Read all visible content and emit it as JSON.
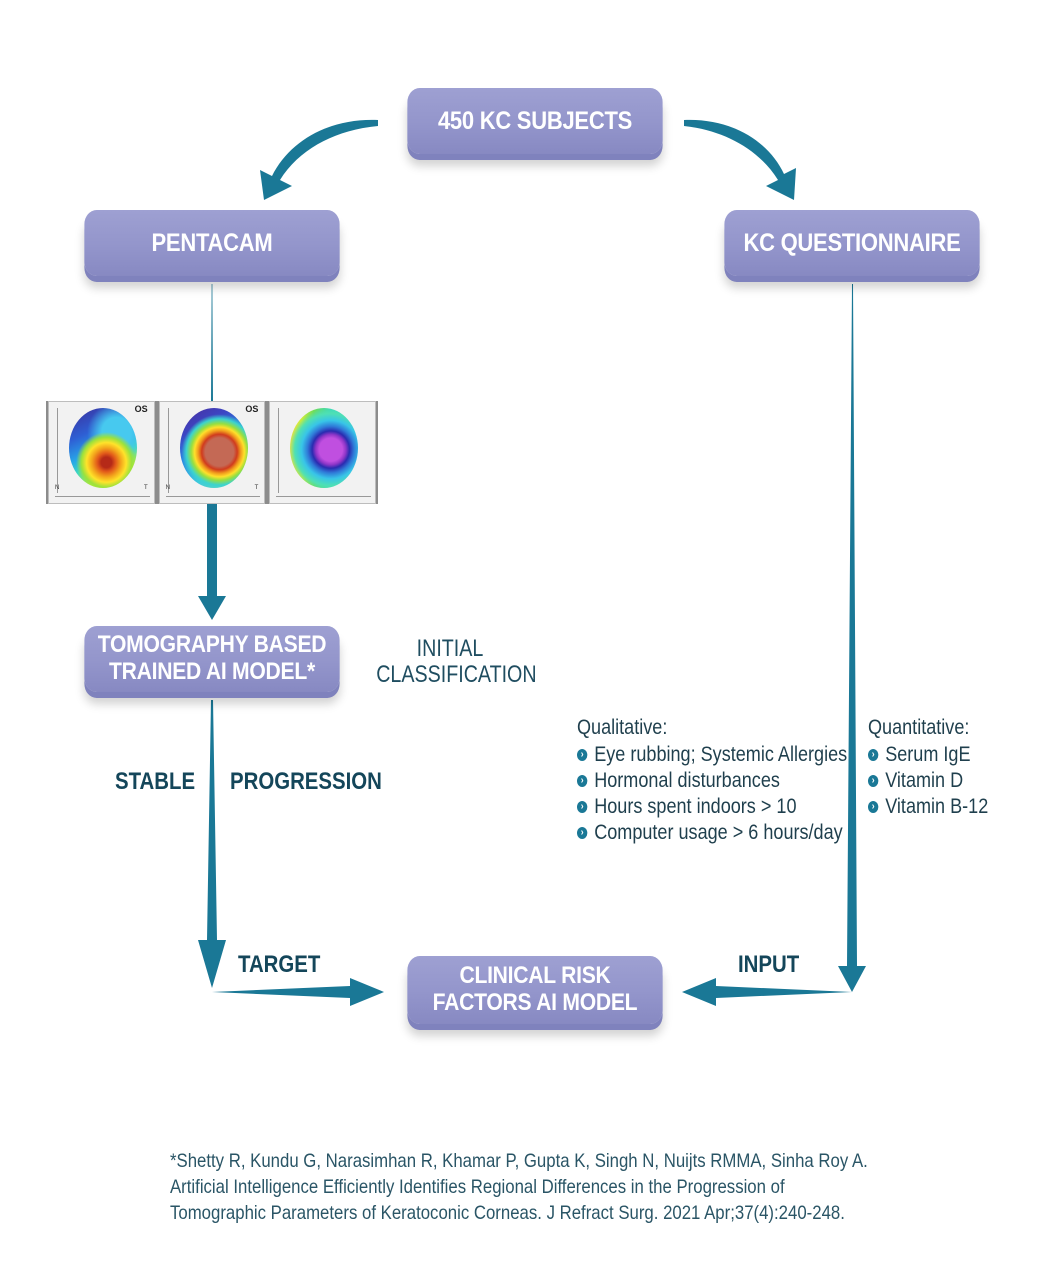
{
  "colors": {
    "node_fill": "#9395cb",
    "arrow": "#1a7896",
    "label_dark": "#14465a",
    "text": "#1f3f4d"
  },
  "nodes": {
    "subjects": [
      "450 KC SUBJECTS"
    ],
    "pentacam": [
      "PENTACAM"
    ],
    "questionnaire": [
      "KC QUESTIONNAIRE"
    ],
    "tomography_model": [
      "TOMOGRAPHY BASED",
      "TRAINED AI MODEL*"
    ],
    "clinical_model": [
      "CLINICAL RISK",
      "FACTORS AI MODEL"
    ]
  },
  "labels": {
    "initial_classification": [
      "INITIAL",
      "CLASSIFICATION"
    ],
    "stable": "STABLE",
    "progression": "PROGRESSION",
    "target": "TARGET",
    "input": "INPUT"
  },
  "topography_maps": [
    {
      "eye": "OS",
      "nasal": "N",
      "temporal": "T"
    },
    {
      "eye": "OS",
      "nasal": "N",
      "temporal": "T"
    },
    {
      "eye": "",
      "nasal": "",
      "temporal": ""
    }
  ],
  "qualitative": {
    "heading": "Qualitative:",
    "items": [
      "Eye rubbing; Systemic Allergies",
      "Hormonal disturbances",
      "Hours spent indoors > 10",
      "Computer usage > 6 hours/day"
    ]
  },
  "quantitative": {
    "heading": "Quantitative:",
    "items": [
      "Serum IgE",
      "Vitamin D",
      "Vitamin B-12"
    ]
  },
  "bullet_icon": "›",
  "citation": [
    "*Shetty R, Kundu G, Narasimhan R, Khamar P, Gupta K, Singh N, Nuijts RMMA, Sinha Roy A.",
    "Artificial Intelligence Efficiently Identifies Regional Differences in the Progression of",
    "Tomographic Parameters of Keratoconic Corneas. J Refract Surg. 2021 Apr;37(4):240-248."
  ]
}
